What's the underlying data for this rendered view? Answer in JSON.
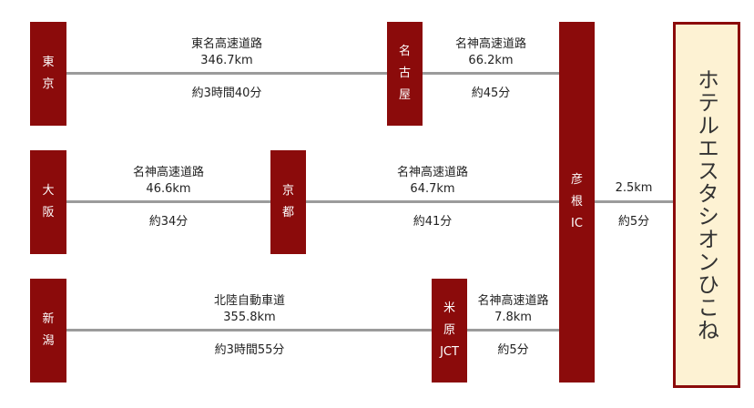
{
  "nodes": {
    "tokyo": [
      "東",
      "京"
    ],
    "nagoya": [
      "名",
      "古",
      "屋"
    ],
    "osaka": [
      "大",
      "阪"
    ],
    "kyoto": [
      "京",
      "都"
    ],
    "niigata": [
      "新",
      "潟"
    ],
    "maibara": [
      "米",
      "原",
      "JCT"
    ],
    "hikone": [
      "彦",
      "根",
      "IC"
    ]
  },
  "hotel": {
    "name": "ホテルエスタシオンひこね"
  },
  "routes": {
    "tokyo_nagoya": {
      "road": "東名高速道路",
      "distance": "346.7km",
      "time": "約3時間40分"
    },
    "nagoya_hikone": {
      "road": "名神高速道路",
      "distance": "66.2km",
      "time": "約45分"
    },
    "osaka_kyoto": {
      "road": "名神高速道路",
      "distance": "46.6km",
      "time": "約34分"
    },
    "kyoto_hikone": {
      "road": "名神高速道路",
      "distance": "64.7km",
      "time": "約41分"
    },
    "niigata_maibara": {
      "road": "北陸自動車道",
      "distance": "355.8km",
      "time": "約3時間55分"
    },
    "maibara_hikone": {
      "road": "名神高速道路",
      "distance": "7.8km",
      "time": "約5分"
    },
    "hikone_hotel": {
      "distance": "2.5km",
      "time": "約5分"
    }
  },
  "colors": {
    "node": "#8b0b0b",
    "hotel_bg": "#fdf2d3",
    "line": "#9b9b9b"
  }
}
